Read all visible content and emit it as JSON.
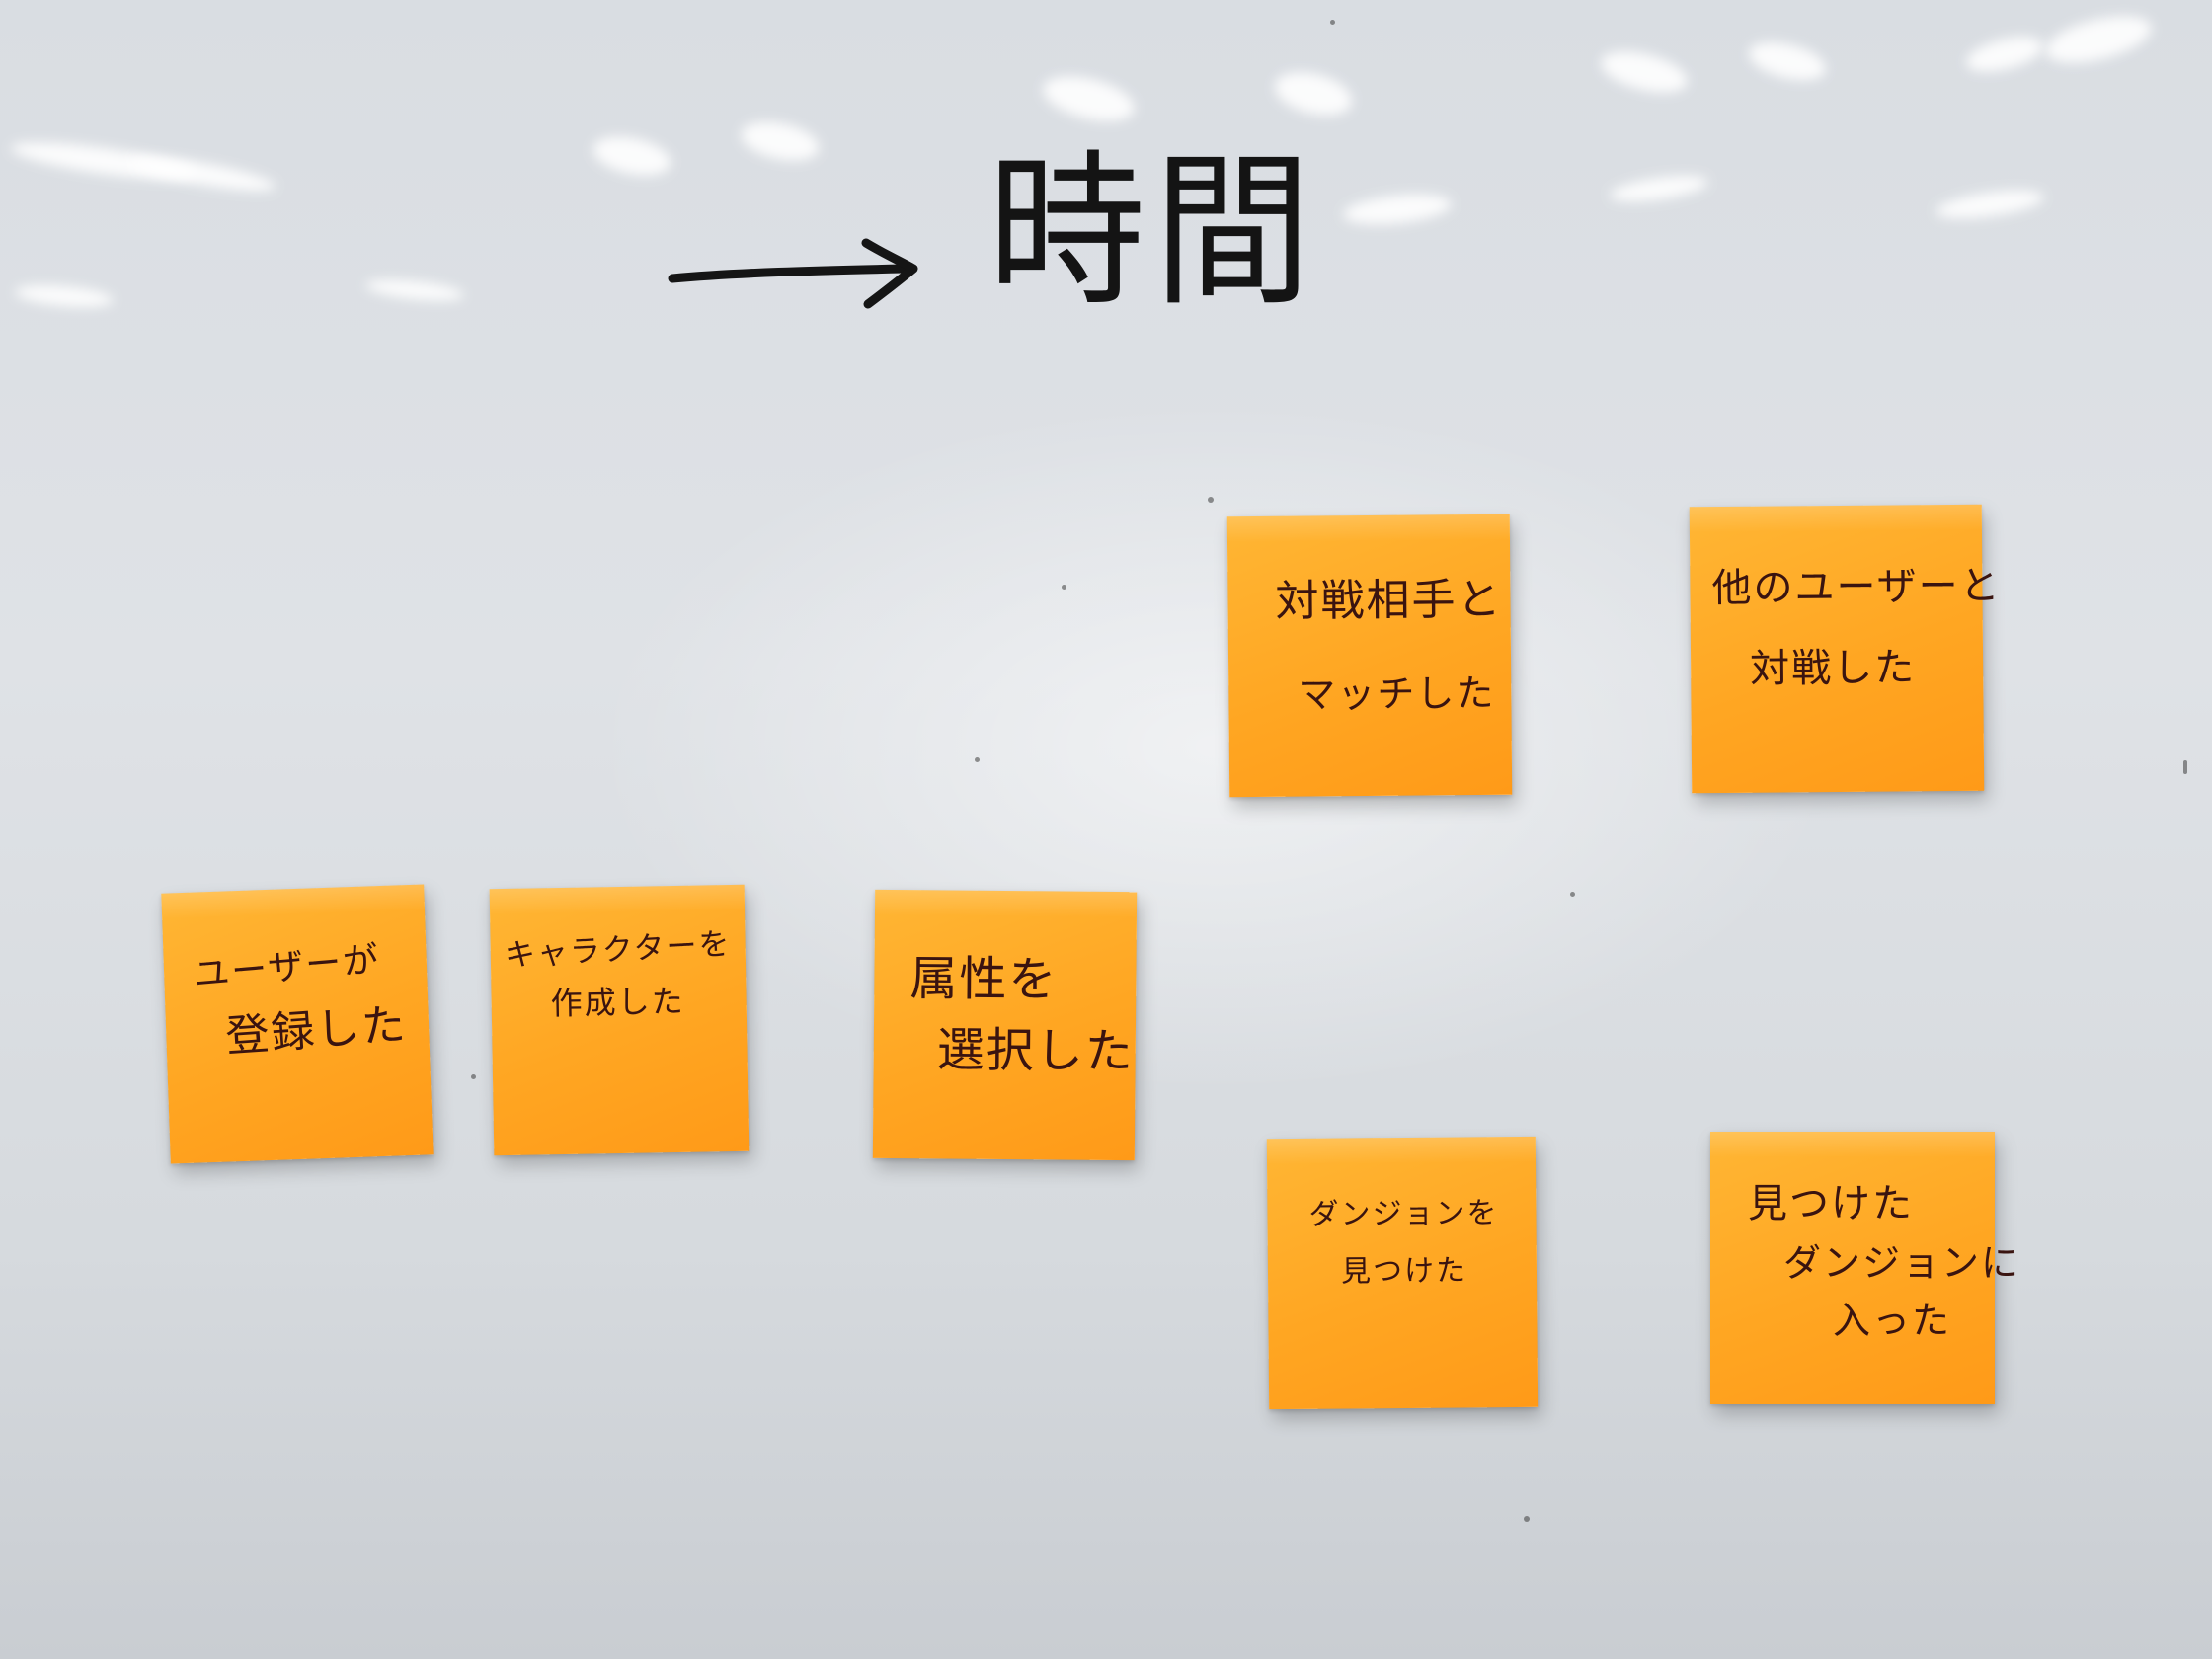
{
  "heading": {
    "text": "時間",
    "arrow_icon": "right-arrow-icon"
  },
  "colors": {
    "board": "#dde0e4",
    "note": "#ffa824",
    "ink": "#3a1410",
    "marker": "#141414"
  },
  "notes": [
    {
      "lines": [
        "ユーザーが",
        "登録した"
      ]
    },
    {
      "lines": [
        "キャラクターを",
        "作成した"
      ]
    },
    {
      "lines": [
        "属性を",
        "選択した"
      ]
    },
    {
      "lines": [
        "対戦相手と",
        "マッチした"
      ]
    },
    {
      "lines": [
        "他のユーザーと",
        "対戦した"
      ]
    },
    {
      "lines": [
        "ダンジョンを",
        "見つけた"
      ]
    },
    {
      "lines": [
        "見つけた",
        "ダンジョンに",
        "入った"
      ]
    }
  ]
}
